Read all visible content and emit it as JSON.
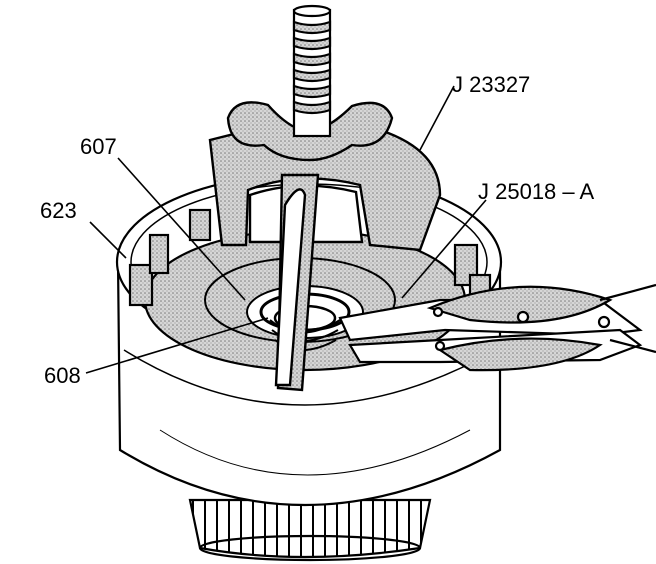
{
  "callouts": {
    "j23327": "J 23327",
    "p607": "607",
    "p623": "623",
    "j25018": "J 25018 – A",
    "p608": "608"
  },
  "colors": {
    "ink": "#000000",
    "shade": "#b8b8b8",
    "paper": "#ffffff"
  }
}
